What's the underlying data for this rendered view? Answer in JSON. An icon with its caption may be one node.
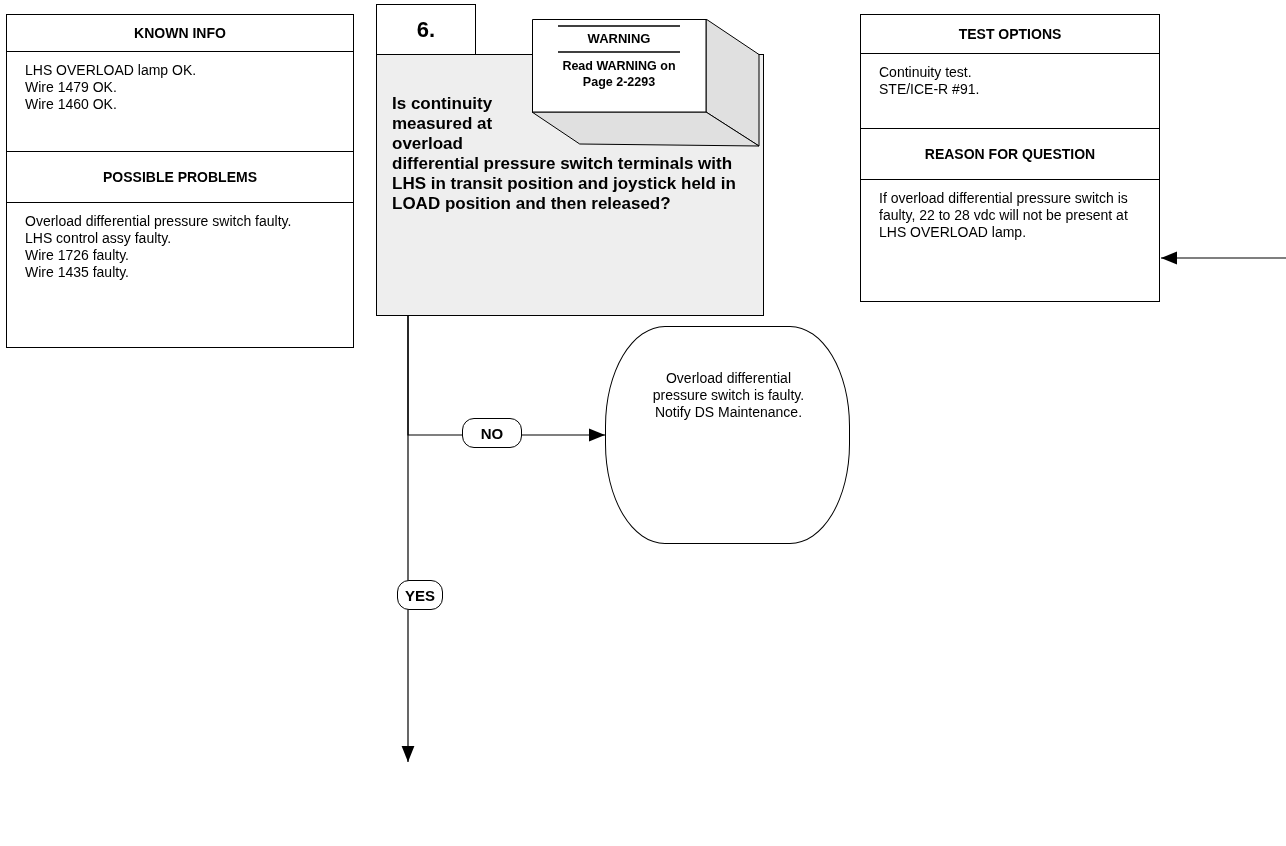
{
  "diagram": {
    "nodes": [
      {
        "text": [
          "KNOWN INFO",
          "LHS OVERLOAD lamp OK.",
          "Wire 1479 OK.",
          "Wire 1460 OK.",
          "POSSIBLE PROBLEMS",
          "Overload differential pressure switch faulty.",
          "LHS control assy faulty.",
          "Wire 1726 faulty.",
          "Wire 1435 faulty."
        ]
      },
      {
        "text": [
          "6.",
          "Is continuity measured at overload differential pressure switch terminals with LHS in transit position and joystick held in LOAD position and then released?"
        ]
      },
      {
        "text": [
          "WARNING",
          "Read WARNING on Page 2-2293"
        ]
      },
      {
        "text": [
          "Overload differential pressure switch is faulty. Notify DS Maintenance."
        ]
      },
      {
        "text": [
          "TEST OPTIONS",
          "Continuity test.",
          "STE/ICE-R #91.",
          "REASON FOR QUESTION",
          "If overload differential pressure switch is faulty, 22 to 28 vdc will not be present at LHS OVERLOAD lamp."
        ]
      }
    ],
    "edges": [
      {
        "from": 1,
        "to": 3,
        "arrow": "to",
        "label": "NO"
      },
      {
        "from": 1,
        "to": null,
        "arrow": "to",
        "label": "YES"
      },
      {
        "from": null,
        "to": 4,
        "arrow": "to"
      }
    ]
  }
}
